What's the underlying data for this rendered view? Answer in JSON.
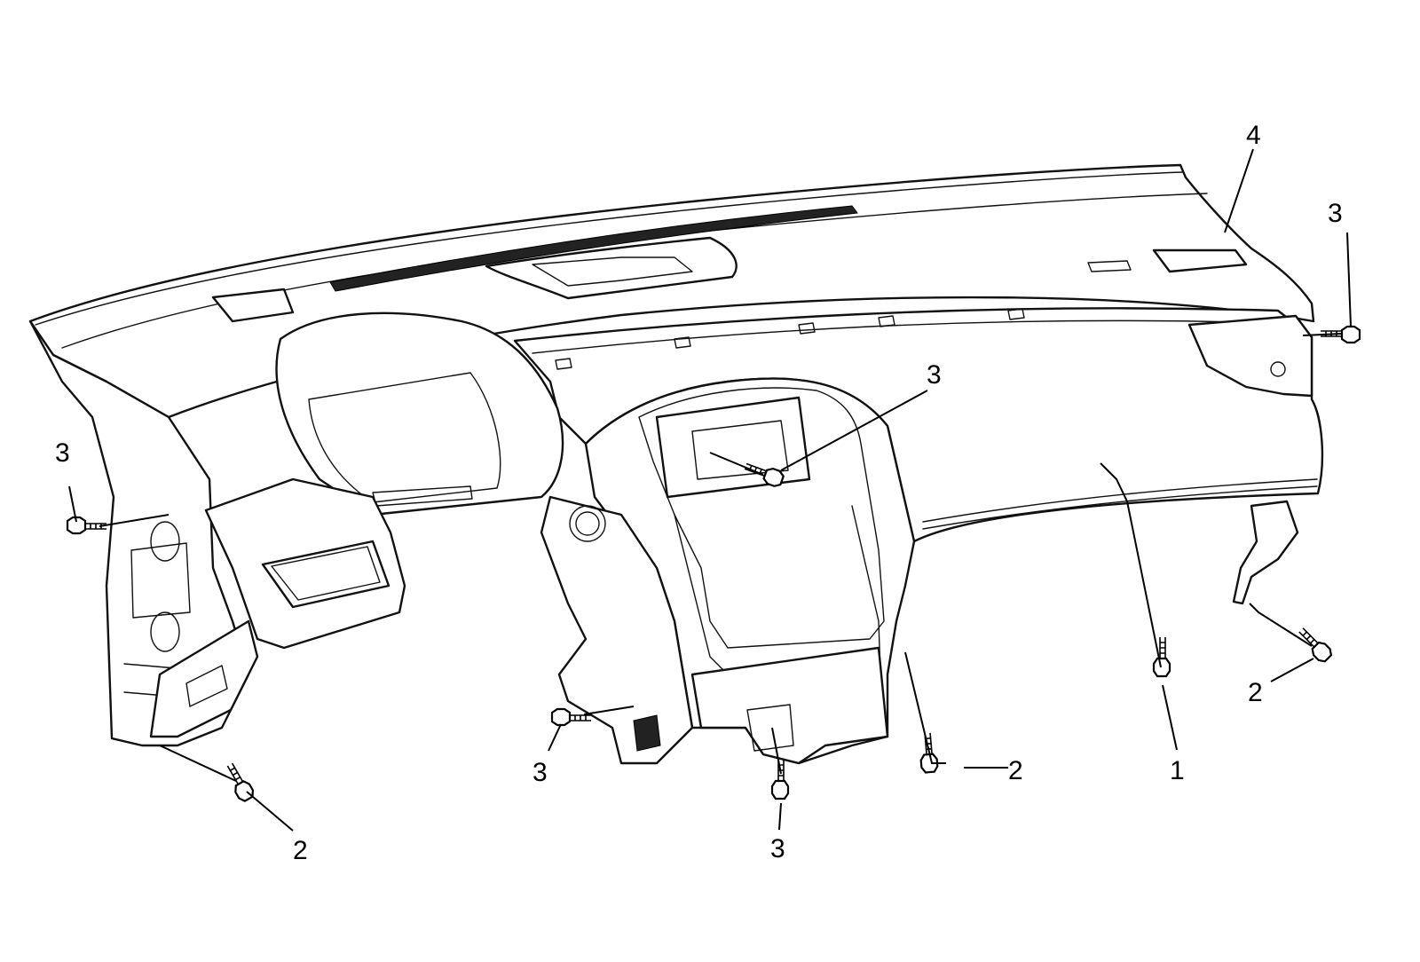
{
  "callouts": [
    {
      "id": "callout-1",
      "label": "1"
    },
    {
      "id": "callout-2-left",
      "label": "2"
    },
    {
      "id": "callout-2-center",
      "label": "2"
    },
    {
      "id": "callout-2-right",
      "label": "2"
    },
    {
      "id": "callout-3-left",
      "label": "3"
    },
    {
      "id": "callout-3-center-upper",
      "label": "3"
    },
    {
      "id": "callout-3-lower-left",
      "label": "3"
    },
    {
      "id": "callout-3-lower-center",
      "label": "3"
    },
    {
      "id": "callout-3-right",
      "label": "3"
    },
    {
      "id": "callout-4",
      "label": "4"
    }
  ],
  "colors": {
    "line": "#111111",
    "background": "#ffffff"
  }
}
